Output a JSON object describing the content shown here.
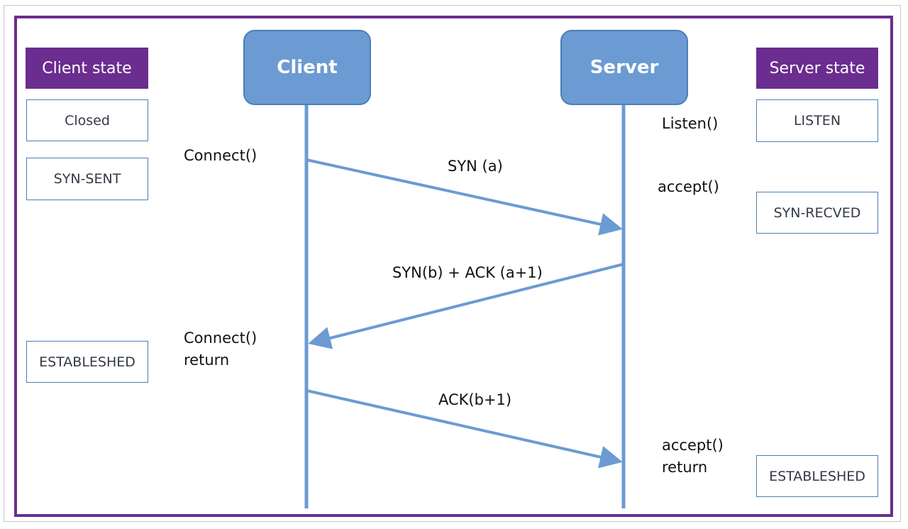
{
  "client_state_header": "Client state",
  "server_state_header": "Server state",
  "client_states": [
    "Closed",
    "SYN-SENT",
    "ESTABLESHED"
  ],
  "server_states": [
    "LISTEN",
    "SYN-RECVED",
    "ESTABLESHED"
  ],
  "actors": {
    "client": "Client",
    "server": "Server"
  },
  "client_calls": {
    "connect": "Connect()",
    "connect_return_1": "Connect()",
    "connect_return_2": "return"
  },
  "server_calls": {
    "listen": "Listen()",
    "accept": "accept()",
    "accept_return_1": "accept()",
    "accept_return_2": "return"
  },
  "messages": {
    "syn": "SYN (a)",
    "syn_ack": "SYN(b) + ACK (a+1)",
    "ack": "ACK(b+1)"
  },
  "colors": {
    "frame": "#6b2d8f",
    "header": "#6b2d8f",
    "actor": "#6b9bd2",
    "arrow": "#6b9bd2"
  }
}
